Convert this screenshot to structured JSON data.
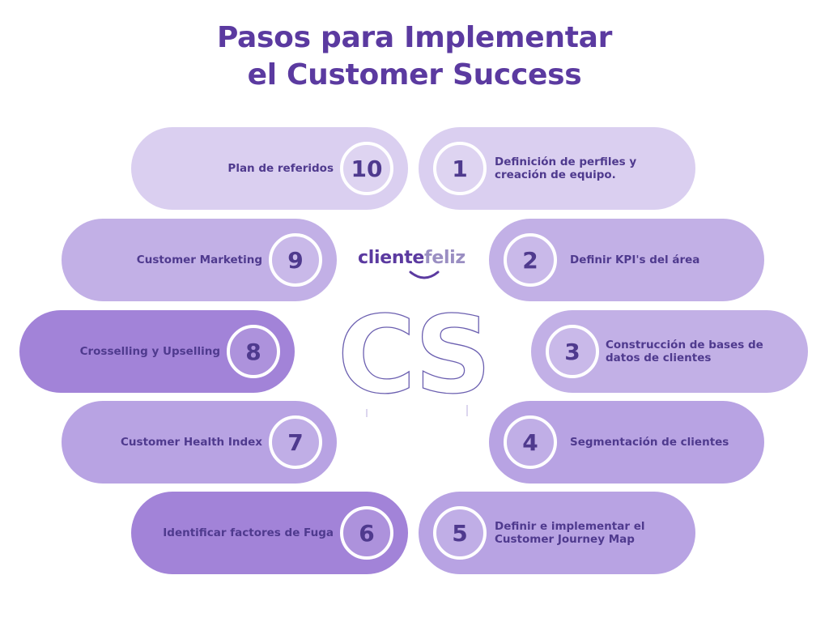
{
  "title": {
    "line1": "Pasos para Implementar",
    "line2": "el Customer Success"
  },
  "logo": {
    "part1": "cliente",
    "part2": "feliz"
  },
  "center_text": "CS",
  "steps": [
    {
      "number": "1",
      "label": "Definición de perfiles y creación de equipo."
    },
    {
      "number": "2",
      "label": "Definir KPI's del área"
    },
    {
      "number": "3",
      "label": "Construcción de bases de datos de clientes"
    },
    {
      "number": "4",
      "label": "Segmentación de clientes"
    },
    {
      "number": "5",
      "label": "Definir e implementar el Customer Journey Map"
    },
    {
      "number": "6",
      "label": "Identificar factores de Fuga"
    },
    {
      "number": "7",
      "label": "Customer Health Index"
    },
    {
      "number": "8",
      "label": "Crosselling y Upselling"
    },
    {
      "number": "9",
      "label": "Customer Marketing"
    },
    {
      "number": "10",
      "label": "Plan de  referidos"
    }
  ],
  "colors": {
    "title": "#5b3aa0",
    "text": "#4f3a8e",
    "pill_light": "#dacff0",
    "pill_mid": "#c2b0e6",
    "pill_mid2": "#b8a3e3",
    "pill_dark": "#a283d8"
  }
}
